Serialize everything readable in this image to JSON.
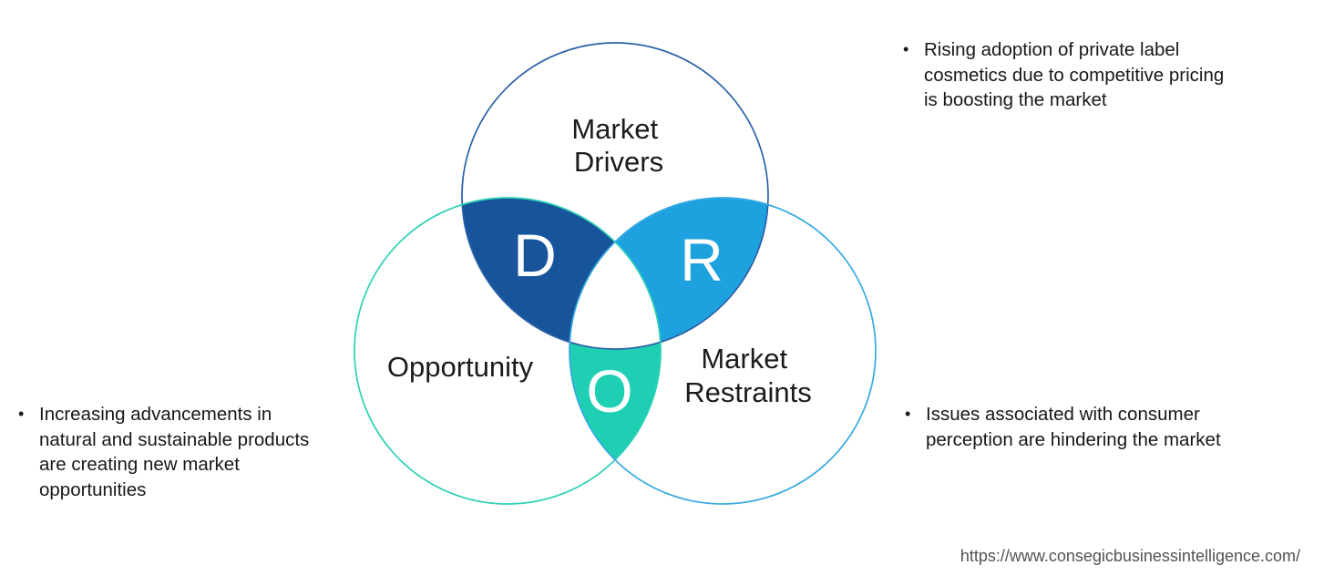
{
  "diagram": {
    "title": "Market Drivers, Restraints and Opportunity (DRO) Venn diagram",
    "circles": {
      "drivers": {
        "label_lines": [
          "Market",
          "Drivers"
        ],
        "stroke": "#2a61a6"
      },
      "opportunity": {
        "label": "Opportunity",
        "stroke": "#2bd0b5"
      },
      "restraints": {
        "label_lines": [
          "Market",
          "Restraints"
        ],
        "stroke": "#35a9e1"
      }
    },
    "overlaps": {
      "d": {
        "letter": "D",
        "color": "#17549b"
      },
      "r": {
        "letter": "R",
        "color": "#1ea2df"
      },
      "o": {
        "letter": "O",
        "color": "#1ecfb3"
      }
    }
  },
  "bullets": {
    "left": {
      "marker": "•",
      "lines": [
        "Increasing advancements in",
        "natural and sustainable products",
        "are creating new market",
        "opportunities"
      ]
    },
    "top_right": {
      "marker": "•",
      "lines": [
        "Rising adoption of private label",
        "cosmetics due to competitive pricing",
        "is boosting the market"
      ]
    },
    "bottom_right": {
      "marker": "•",
      "lines": [
        "Issues associated with consumer",
        "perception are hindering the market"
      ]
    }
  },
  "footer": {
    "url": "https://www.consegicbusinessintelligence.com/"
  }
}
